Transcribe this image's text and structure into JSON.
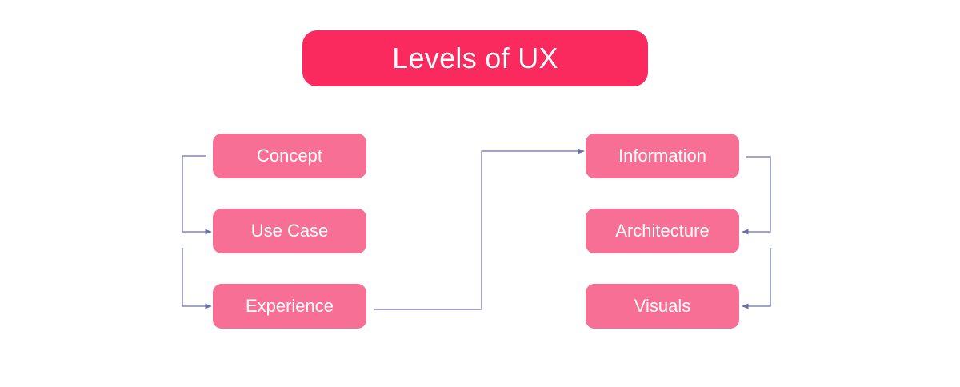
{
  "title": "Levels of UX",
  "nodes": {
    "concept": "Concept",
    "use_case": "Use Case",
    "experience": "Experience",
    "information": "Information",
    "architecture": "Architecture",
    "visuals": "Visuals"
  },
  "colors": {
    "title_bg": "#fb2a5e",
    "node_bg": "#f86f95",
    "text": "#ffffff",
    "connector": "#6b6fa8"
  }
}
